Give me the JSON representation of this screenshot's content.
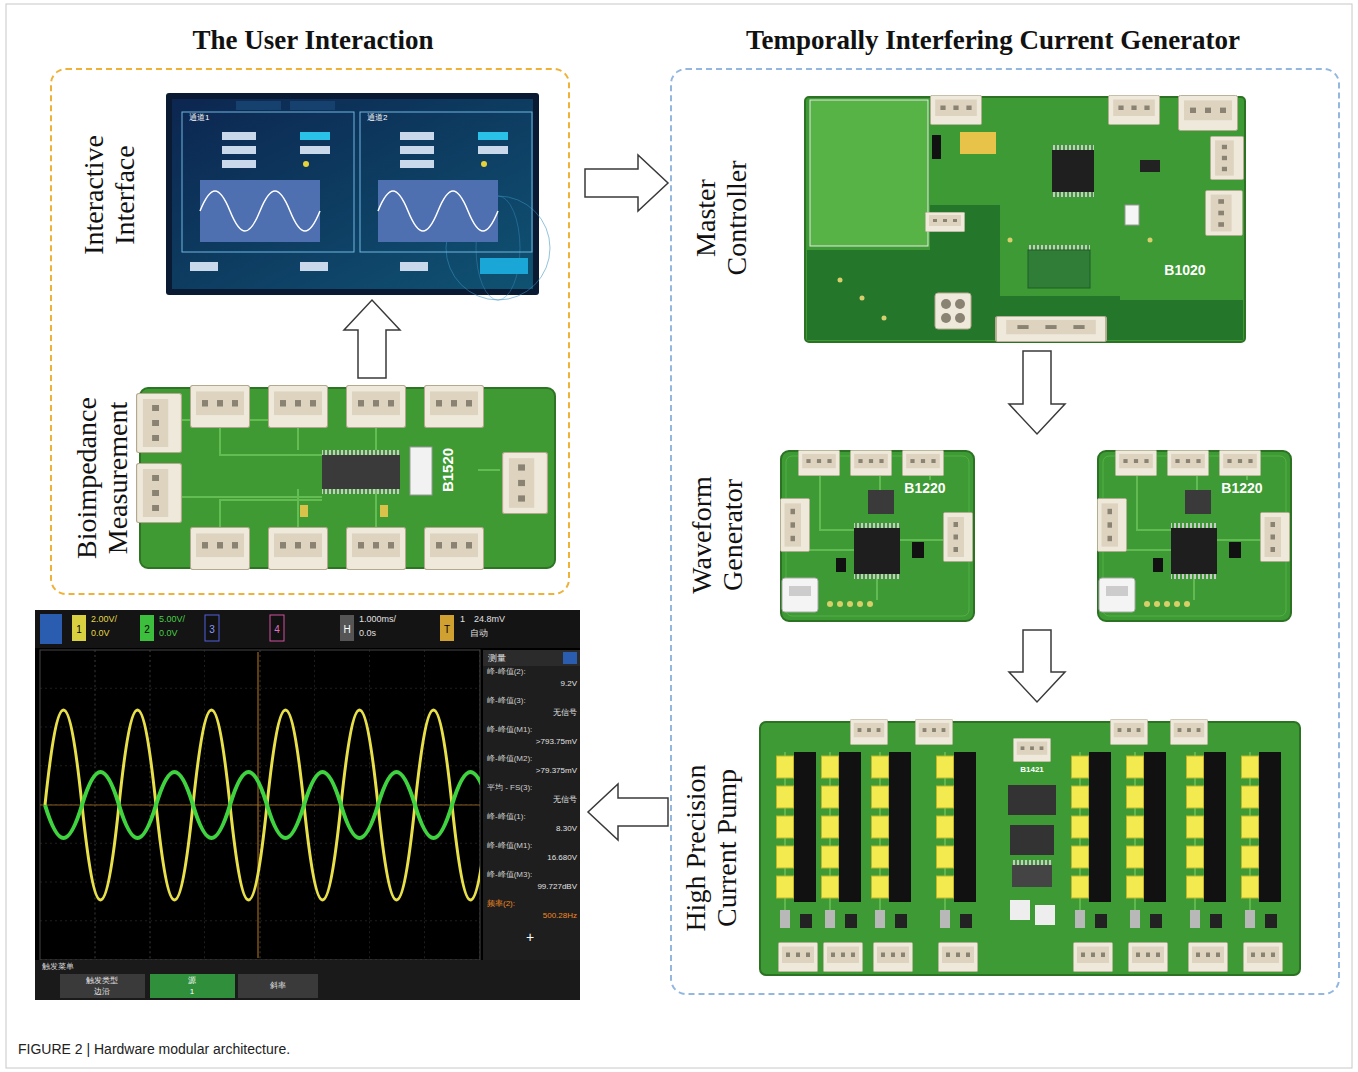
{
  "diagram": {
    "caption": "FIGURE 2 | Hardware modular architecture.",
    "nodes": [
      {
        "text": [
          "The User Interaction"
        ]
      },
      {
        "text": [
          "Interactive Interface",
          "通道1",
          "通道2"
        ],
        "in": 0
      },
      {
        "text": [
          "Bioimpedance Measurement",
          "B1520"
        ],
        "in": 0
      },
      {
        "text": [
          "Temporally Interfering Current Generator"
        ]
      },
      {
        "text": [
          "Master Controller",
          "B1020"
        ],
        "in": 3
      },
      {
        "text": [
          "Waveform Generator",
          "B1220",
          "B1220"
        ],
        "in": 3
      },
      {
        "text": [
          "High Precision Current Pump",
          "B1421"
        ],
        "in": 3
      },
      {
        "text": [
          "1",
          "2.00V/",
          "0.0V",
          "2",
          "5.00V/",
          "0.0V",
          "3",
          "4",
          "H",
          "1.000ms/",
          "0.0s",
          "T",
          "1",
          "24.8mV",
          "自动",
          "测量",
          "峰-峰值(2):",
          "9.2V",
          "峰-峰值(3):",
          "无信号",
          "峰-峰值(M1):",
          ">793.75mV",
          "峰-峰值(M2):",
          ">79.375mV",
          "平均 - FS(3):",
          "无信号",
          "峰-峰值(1):",
          "8.30V",
          "峰-峰值(M1):",
          "16.680V",
          "峰-峰值(M3):",
          "99.727dBV",
          "频率(2):",
          "500.28Hz",
          "+",
          "触发菜单",
          "触发类型",
          "边沿",
          "源",
          "1",
          "斜率"
        ]
      }
    ],
    "edges": [
      {
        "from": 2,
        "to": 1,
        "arrow": "to"
      },
      {
        "from": 1,
        "to": 4,
        "arrow": "to"
      },
      {
        "from": 4,
        "to": 5,
        "arrow": "to"
      },
      {
        "from": 5,
        "to": 6,
        "arrow": "to"
      },
      {
        "from": 6,
        "to": 7,
        "arrow": "to"
      }
    ]
  }
}
